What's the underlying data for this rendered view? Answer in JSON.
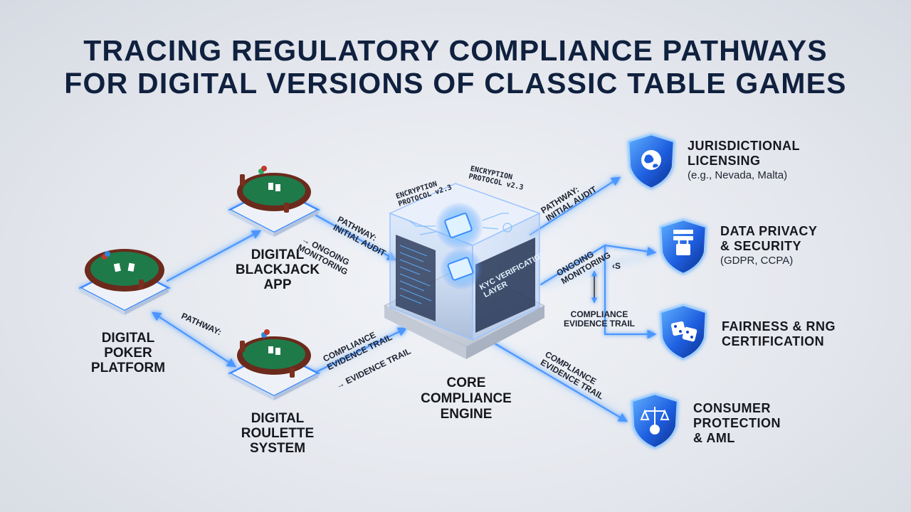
{
  "title": {
    "line1": "TRACING REGULATORY COMPLIANCE PATHWAYS",
    "line2": "FOR DIGITAL VERSIONS OF CLASSIC TABLE GAMES"
  },
  "game_nodes": [
    {
      "id": "poker",
      "lines": [
        "DIGITAL",
        "POKER",
        "PLATFORM"
      ]
    },
    {
      "id": "blackjack",
      "lines": [
        "DIGITAL",
        "BLACKJACK",
        "APP"
      ]
    },
    {
      "id": "roulette",
      "lines": [
        "DIGITAL",
        "ROULETTE",
        "SYSTEM"
      ]
    }
  ],
  "core": {
    "lines": [
      "CORE",
      "COMPLIANCE",
      "ENGINE"
    ],
    "layer_top_left": [
      "ENCRYPTION",
      "PROTOCOL v2.3"
    ],
    "layer_top_right": [
      "ENCRYPTION",
      "PROTOCOL v2.3"
    ],
    "verification": [
      "KYC VERIFICATION",
      "LAYER"
    ]
  },
  "outcomes": [
    {
      "id": "licensing",
      "title": [
        "JURISDICTIONAL",
        "LICENSING"
      ],
      "sub": "(e.g., Nevada, Malta)",
      "icon": "globe-icon"
    },
    {
      "id": "privacy",
      "title": [
        "DATA PRIVACY",
        "& SECURITY"
      ],
      "sub": "(GDPR, CCPA)",
      "icon": "lock-icon"
    },
    {
      "id": "fairness",
      "title": [
        "FAIRNESS & RNG",
        "CERTIFICATION"
      ],
      "sub": "",
      "icon": "dice-icon"
    },
    {
      "id": "consumer",
      "title": [
        "CONSUMER",
        "PROTECTION",
        "& AML"
      ],
      "sub": "",
      "icon": "scales-icon"
    }
  ],
  "path_labels": {
    "poker_roulette": "PATHWAY:",
    "blackjack_core_1": "PATHWAY:",
    "blackjack_core_2": "INITIAL AUDIT",
    "blackjack_core_3": "→ ONGOING",
    "blackjack_core_4": "MONITORING",
    "roulette_core_1": "COMPLIANCE",
    "roulette_core_2": "EVIDENCE TRAIL",
    "roulette_core_3": "→ EVIDENCE TRAIL",
    "core_licensing_1": "PATHWAY:",
    "core_licensing_2": "INITIAL AUDIT",
    "core_privacy_1": "ONGOING",
    "core_privacy_2": "MONITORING",
    "evidence_mid_1": "COMPLIANCE",
    "evidence_mid_2": "EVIDENCE TRAIL",
    "core_consumer_1": "COMPLIANCE",
    "core_consumer_2": "EVIDENCE TRAIL",
    "small_mark": "‹S"
  },
  "colors": {
    "title": "#10213f",
    "glow": "#3b8cff",
    "shield_dark": "#1447c4",
    "shield_light": "#4ea3ff",
    "felt": "#1f7a4a",
    "wood": "#6b2a1c"
  }
}
